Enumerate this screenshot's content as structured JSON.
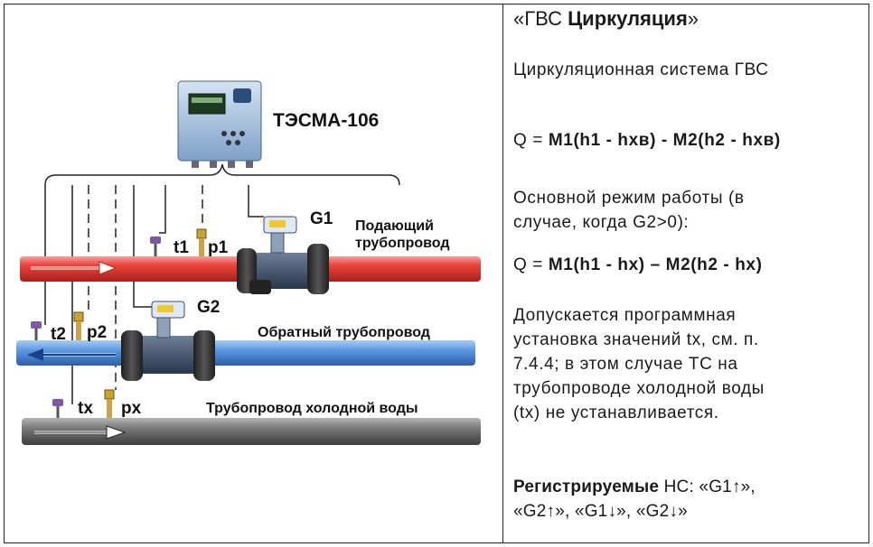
{
  "device": {
    "label": "ТЭСМА-106"
  },
  "pipes": {
    "supply": "Подающий трубопровод",
    "supply_l1": "Подающий",
    "supply_l2": "трубопровод",
    "return": "Обратный трубопровод",
    "cold": "Трубопровод холодной воды"
  },
  "sensors": {
    "g1": "G1",
    "g2": "G2",
    "t1": "t1",
    "p1": "p1",
    "t2": "t2",
    "p2": "p2",
    "tx": "tx",
    "px": "px"
  },
  "colors": {
    "supply_pipe": "#e23b35",
    "return_pipe": "#4f8fe0",
    "cold_pipe": "#6e6e6e"
  },
  "panel": {
    "title_prefix": "«ГВС ",
    "title_bold": "Циркуляция",
    "title_suffix": "»",
    "subtitle": "Циркуляционная система ГВС",
    "formula1_prefix": "Q = ",
    "formula1_rest": "M1(h1 - hхв) - M2(h2 - hхв)",
    "mode_l1": "Основной режим работы (в",
    "mode_l2": "случае, когда G2>0):",
    "formula2_prefix": "Q = ",
    "formula2_rest": "M1(h1 - hx) – M2(h2 - hx)",
    "note_l1": "Допускается программная",
    "note_l2": "установка значений tx, см. п.",
    "note_l3": "7.4.4; в этом случае ТС на",
    "note_l4": "трубопроводе холодной воды",
    "note_l5": "(tx) не устанавливается.",
    "reg_l1_bold": "Регистрируемые",
    "reg_l1_rest": " НС: «G1↑»,",
    "reg_l2": "«G2↑», «G1↓», «G2↓»"
  }
}
